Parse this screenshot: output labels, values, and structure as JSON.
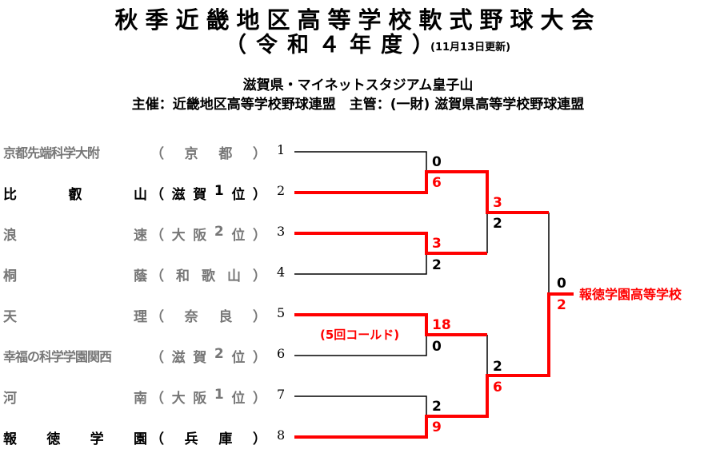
{
  "header": {
    "title": "秋季近畿地区高等学校軟式野球大会",
    "subtitle": "（令和４年度）",
    "updated": "(11月13日更新)",
    "venue": "滋賀県・マイネットスタジアム皇子山",
    "organizers": "主催：近畿地区高等学校野球連盟　主管：(一財) 滋賀県高等学校野球連盟"
  },
  "teams": [
    {
      "no": "1",
      "name": [
        "京都先端科学大附"
      ],
      "region": [
        "（",
        "京",
        "都",
        "）"
      ],
      "winner": false
    },
    {
      "no": "2",
      "name": [
        "比",
        "叡",
        "山"
      ],
      "region": [
        "（",
        "滋",
        "賀",
        "1",
        "位",
        "）"
      ],
      "winner": true
    },
    {
      "no": "3",
      "name": [
        "浪",
        "速"
      ],
      "region": [
        "（",
        "大",
        "阪",
        "2",
        "位",
        "）"
      ],
      "winner": false
    },
    {
      "no": "4",
      "name": [
        "桐",
        "蔭"
      ],
      "region": [
        "（",
        "和",
        "歌",
        "山",
        "）"
      ],
      "winner": false
    },
    {
      "no": "5",
      "name": [
        "天",
        "理"
      ],
      "region": [
        "（",
        "奈",
        "良",
        "）"
      ],
      "winner": false
    },
    {
      "no": "6",
      "name": [
        "幸福の科学学園関西"
      ],
      "region": [
        "（",
        "滋",
        "賀",
        "2",
        "位",
        "）"
      ],
      "winner": false
    },
    {
      "no": "7",
      "name": [
        "河",
        "南"
      ],
      "region": [
        "（",
        "大",
        "阪",
        "1",
        "位",
        "）"
      ],
      "winner": false
    },
    {
      "no": "8",
      "name": [
        "報",
        "徳",
        "学",
        "園"
      ],
      "region": [
        "（",
        "兵",
        "庫",
        "）"
      ],
      "winner": true
    }
  ],
  "scores": {
    "r1a": [
      "0",
      "6"
    ],
    "r1b": [
      "3",
      "2"
    ],
    "r1c": [
      "18",
      "0"
    ],
    "r1d": [
      "2",
      "9"
    ],
    "r2a": [
      "3",
      "2"
    ],
    "r2b": [
      "2",
      "6"
    ],
    "final": [
      "0",
      "2"
    ]
  },
  "note": "(5回コールド)",
  "champion": "報徳学園高等学校",
  "colors": {
    "winner": "#ff0000",
    "line": "#000000"
  }
}
